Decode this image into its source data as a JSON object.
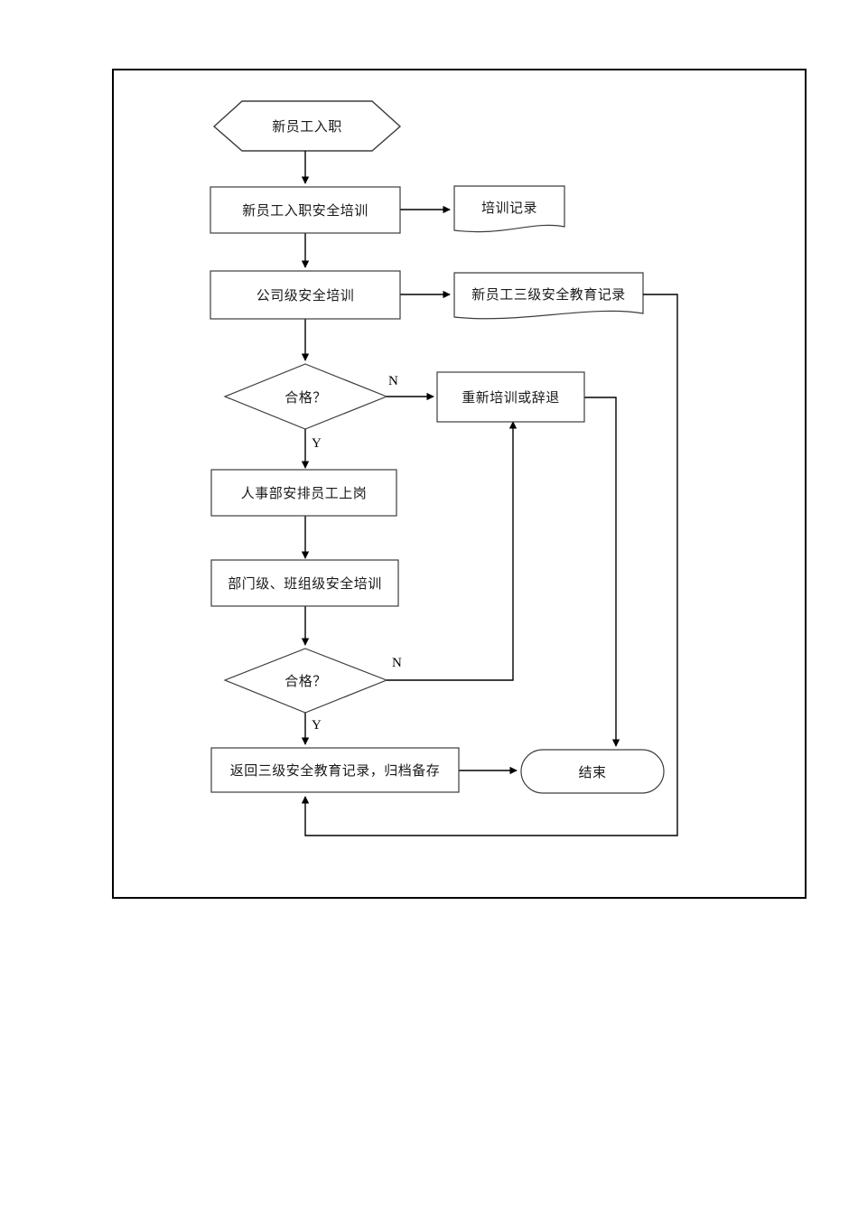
{
  "diagram": {
    "title_text": "",
    "nodes": {
      "start": {
        "label": "新员工入职",
        "shape": "hexagon"
      },
      "onboard_training": {
        "label": "新员工入职安全培训",
        "shape": "process"
      },
      "training_record": {
        "label": "培训记录",
        "shape": "document"
      },
      "company_training": {
        "label": "公司级安全培训",
        "shape": "process"
      },
      "three_level_record": {
        "label": "新员工三级安全教育记录",
        "shape": "document"
      },
      "decision_one": {
        "label": "合格？",
        "shape": "diamond"
      },
      "retrain_or_dismiss": {
        "label": "重新培训或辞退",
        "shape": "process"
      },
      "hr_assign": {
        "label": "人事部安排员工上岗",
        "shape": "process"
      },
      "dept_team_training": {
        "label": "部门级、班组级安全培训",
        "shape": "process"
      },
      "decision_two": {
        "label": "合格？",
        "shape": "diamond"
      },
      "archive_record": {
        "label": "返回三级安全教育记录，归档备存",
        "shape": "process"
      },
      "end": {
        "label": "结束",
        "shape": "terminator"
      }
    },
    "branch_labels": {
      "decision_one_no": "N",
      "decision_one_yes": "Y",
      "decision_two_no": "N",
      "decision_two_yes": "Y"
    },
    "colors": {
      "line": "#000000",
      "shape_stroke": "#3c3c3c",
      "frame_stroke": "#000000",
      "text": "#1a1a1a",
      "background": "#ffffff"
    }
  }
}
